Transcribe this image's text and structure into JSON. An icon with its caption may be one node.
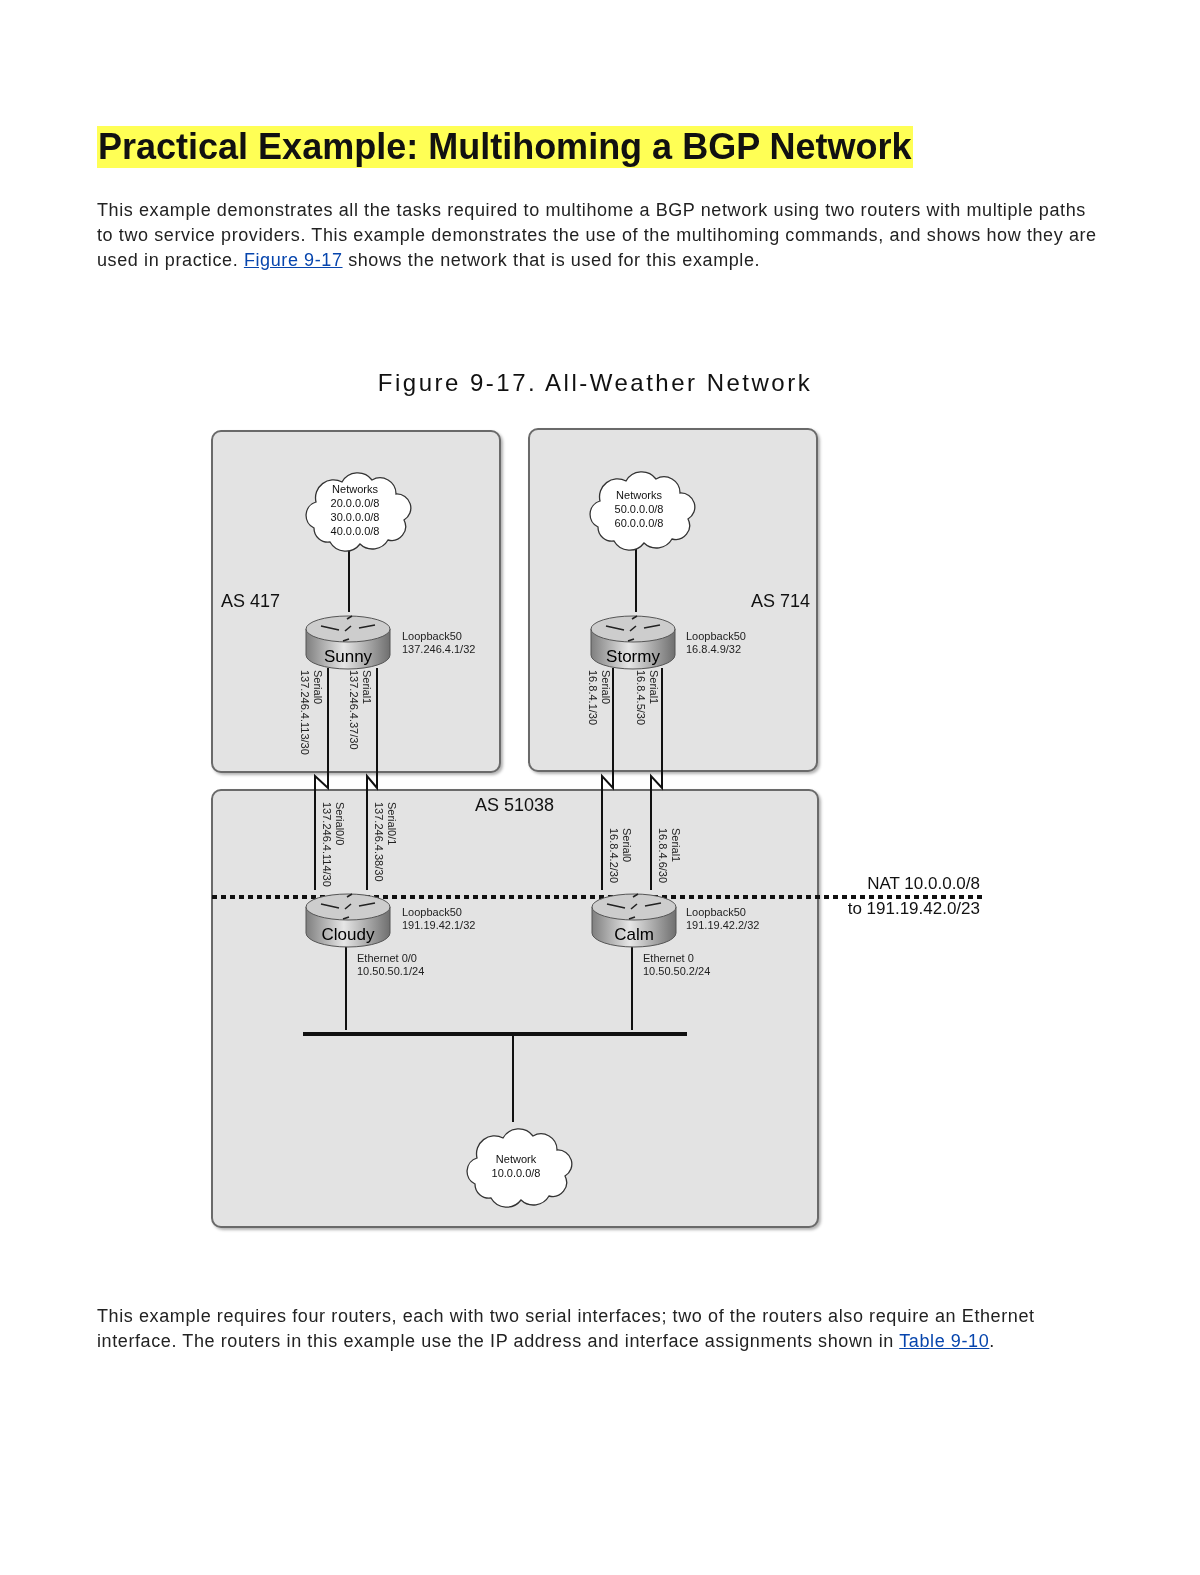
{
  "diagram": {
    "title": "Practical Example: Multihoming a BGP Network",
    "caption": "Figure 9-17. All-Weather Network",
    "nodes": [
      {
        "text": [
          "AS 417"
        ]
      },
      {
        "text": [
          "Networks",
          "20.0.0.0/8 30.0.0.0/8 40.0.0.0/8"
        ],
        "in": 0
      },
      {
        "text": [
          "Sunny"
        ],
        "in": 0,
        "beside": [
          "Loopback50 137.246.4.1/32",
          "Serial0 137.246.4.113/30",
          "Serial1 137.246.4.37/30"
        ]
      },
      {
        "text": [
          "AS 714"
        ]
      },
      {
        "text": [
          "Networks",
          "50.0.0.0/8 60.0.0.0/8"
        ],
        "in": 3
      },
      {
        "text": [
          "Stormy"
        ],
        "in": 3,
        "beside": [
          "Loopback50 16.8.4.9/32",
          "Serial0 16.8.4.1/30",
          "Serial1 16.8.4.5/30"
        ]
      },
      {
        "text": [
          "AS 51038"
        ]
      },
      {
        "text": [
          "Cloudy"
        ],
        "in": 6,
        "beside": [
          "Serial0/0 137.246.4.114/30",
          "Serial0/1 137.246.4.38/30",
          "Loopback50 191.19.42.1/32",
          "Ethernet 0/0 10.50.50.1/24"
        ]
      },
      {
        "text": [
          "Calm"
        ],
        "in": 6,
        "beside": [
          "Serial0 16.8.4.2/30",
          "Serial1 16.8.4.6/30",
          "Loopback50 191.19.42.2/32",
          "Ethernet 0 10.50.50.2/24"
        ]
      },
      {
        "text": [],
        "shape": "bar",
        "in": 6
      },
      {
        "text": [
          "Network",
          "10.0.0.0/8"
        ],
        "in": 6
      }
    ],
    "edges": [
      {
        "from": 1,
        "to": 2,
        "arrow": "none"
      },
      {
        "from": 4,
        "to": 5,
        "arrow": "none"
      },
      {
        "from": 2,
        "to": 7,
        "arrow": "none"
      },
      {
        "from": 2,
        "to": 7,
        "arrow": "none"
      },
      {
        "from": 5,
        "to": 8,
        "arrow": "none"
      },
      {
        "from": 5,
        "to": 8,
        "arrow": "none"
      },
      {
        "from": 7,
        "to": 9,
        "arrow": "none"
      },
      {
        "from": 8,
        "to": 9,
        "arrow": "none"
      },
      {
        "from": 9,
        "to": 10,
        "arrow": "none"
      }
    ],
    "labels": [
      "This example demonstrates all the tasks required to multihome a BGP network using two routers with multiple paths to two service providers. This example demonstrates the use of the multihoming commands, and shows how they are used in practice.",
      "Figure 9-17",
      "shows the network that is used for this example.",
      "NAT 10.0.0.0/8",
      "to 191.19.42.0/23",
      "This example requires four routers, each with two serial interfaces; two of the routers also require an Ethernet interface. The routers in this example use the IP address and interface assignments shown in",
      "Table 9-10",
      "."
    ]
  }
}
